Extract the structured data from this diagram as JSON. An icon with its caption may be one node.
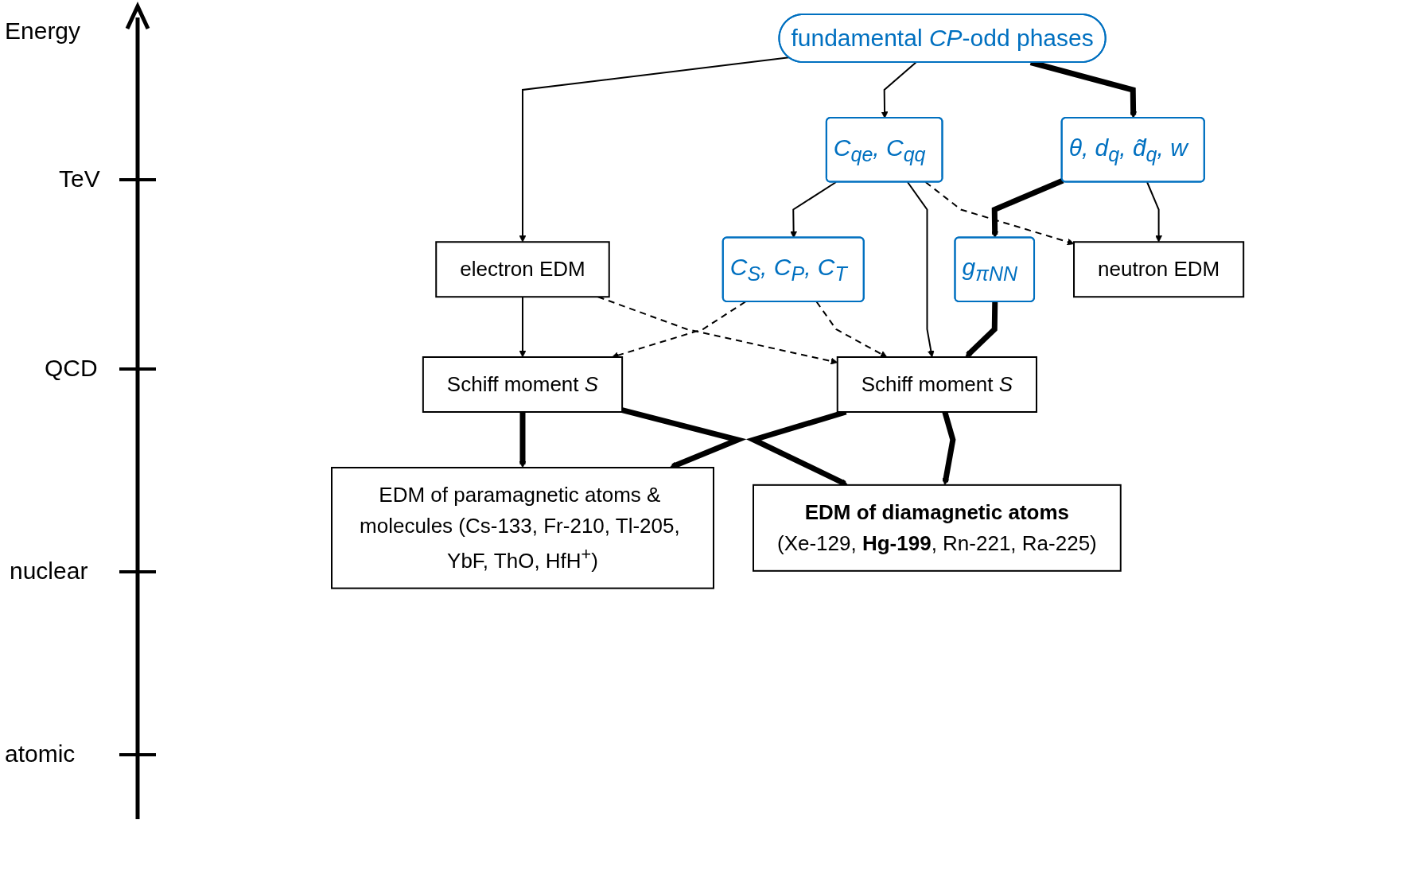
{
  "diagram": {
    "nodes": [
      {
        "text": [
          "fundamental *CP*-odd phases"
        ]
      },
      {
        "text": [
          "electron EDM"
        ]
      },
      {
        "text": [
          "C$_{qe}$, C$_{qq}$"
        ]
      },
      {
        "text": [
          "θ, d$_{q}$, d̃$_{q}$, w"
        ]
      },
      {
        "text": [
          "g$_{πNN}$"
        ]
      },
      {
        "text": [
          "neutron EDM"
        ]
      },
      {
        "text": [
          "C$_{S}$, C$_{P}$, C$_{T}$"
        ]
      },
      {
        "text": [
          "Schiff moment *S*"
        ]
      },
      {
        "text": [
          "Schiff moment *S*"
        ]
      },
      {
        "text": [
          "EDM of paramagnetic atoms & molecules (Cs-133, Fr-210, Tl-205, YbF, ThO, HfH$^{+}$)"
        ]
      },
      {
        "text": [
          "EDM of diamagnetic atoms",
          "(Xe-129, **Hg-199**, Rn-221, Ra-225)"
        ]
      }
    ],
    "edges": [
      {
        "from": 0,
        "to": 1,
        "arrow": "to"
      },
      {
        "from": 0,
        "to": 2,
        "arrow": "to"
      },
      {
        "from": 0,
        "to": 3,
        "arrow": "to",
        "style": "thick"
      },
      {
        "from": 1,
        "to": 7,
        "arrow": "to"
      },
      {
        "from": 1,
        "to": 8,
        "arrow": "to",
        "style": "dashed"
      },
      {
        "from": 2,
        "to": 6,
        "arrow": "to"
      },
      {
        "from": 2,
        "to": 8,
        "arrow": "to"
      },
      {
        "from": 2,
        "to": 5,
        "arrow": "to",
        "style": "dashed"
      },
      {
        "from": 3,
        "to": 4,
        "arrow": "to",
        "style": "thick"
      },
      {
        "from": 3,
        "to": 5,
        "arrow": "to"
      },
      {
        "from": 6,
        "to": 7,
        "arrow": "to",
        "style": "dashed"
      },
      {
        "from": 6,
        "to": 8,
        "arrow": "to",
        "style": "dashed"
      },
      {
        "from": 4,
        "to": 8,
        "arrow": "to",
        "style": "thick"
      },
      {
        "from": 7,
        "to": 9,
        "arrow": "to",
        "style": "thick"
      },
      {
        "from": 7,
        "to": 9,
        "arrow": "to",
        "style": "thick"
      },
      {
        "from": 8,
        "to": 10,
        "arrow": "to",
        "style": "thick"
      },
      {
        "from": 8,
        "to": 10,
        "arrow": "to",
        "style": "thick"
      }
    ],
    "labels": [
      "Energy",
      "TeV",
      "QCD",
      "nuclear",
      "atomic"
    ]
  }
}
